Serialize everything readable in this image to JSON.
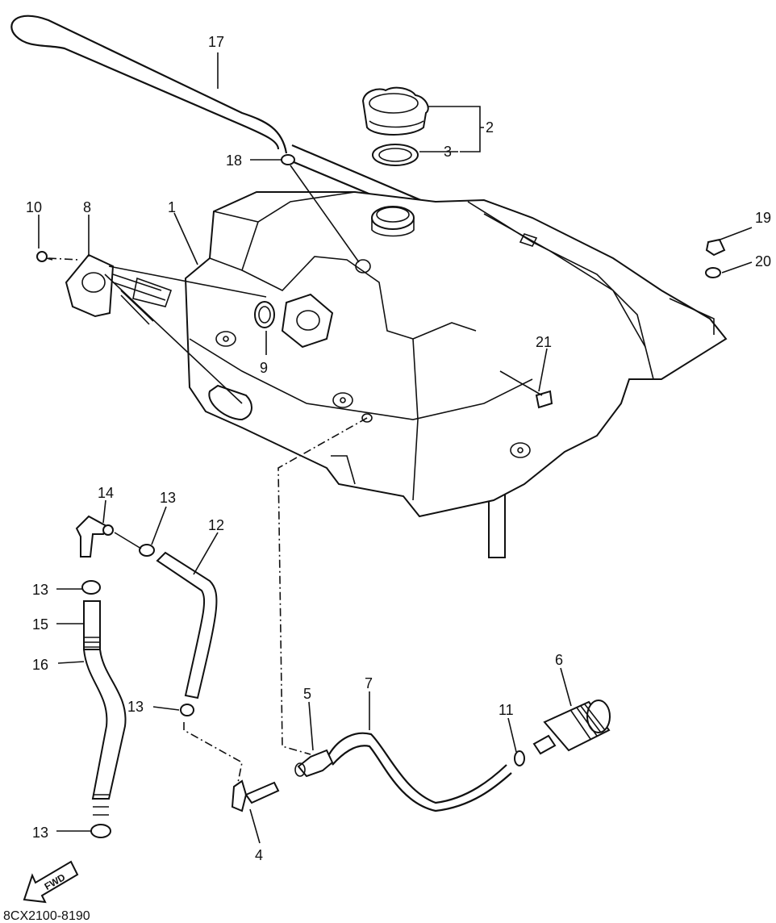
{
  "diagram": {
    "reference_code": "8CX2100-8190",
    "fwd_label": "FWD",
    "callouts": {
      "c1": "1",
      "c2": "2",
      "c3": "3",
      "c4": "4",
      "c5": "5",
      "c6": "6",
      "c7": "7",
      "c8": "8",
      "c9": "9",
      "c10": "10",
      "c11": "11",
      "c12": "12",
      "c13a": "13",
      "c13b": "13",
      "c13c": "13",
      "c13d": "13",
      "c14": "14",
      "c15": "15",
      "c16": "16",
      "c17": "17",
      "c18": "18",
      "c19": "19",
      "c20": "20",
      "c21": "21"
    },
    "line_color": "#111111",
    "background": "#ffffff"
  }
}
